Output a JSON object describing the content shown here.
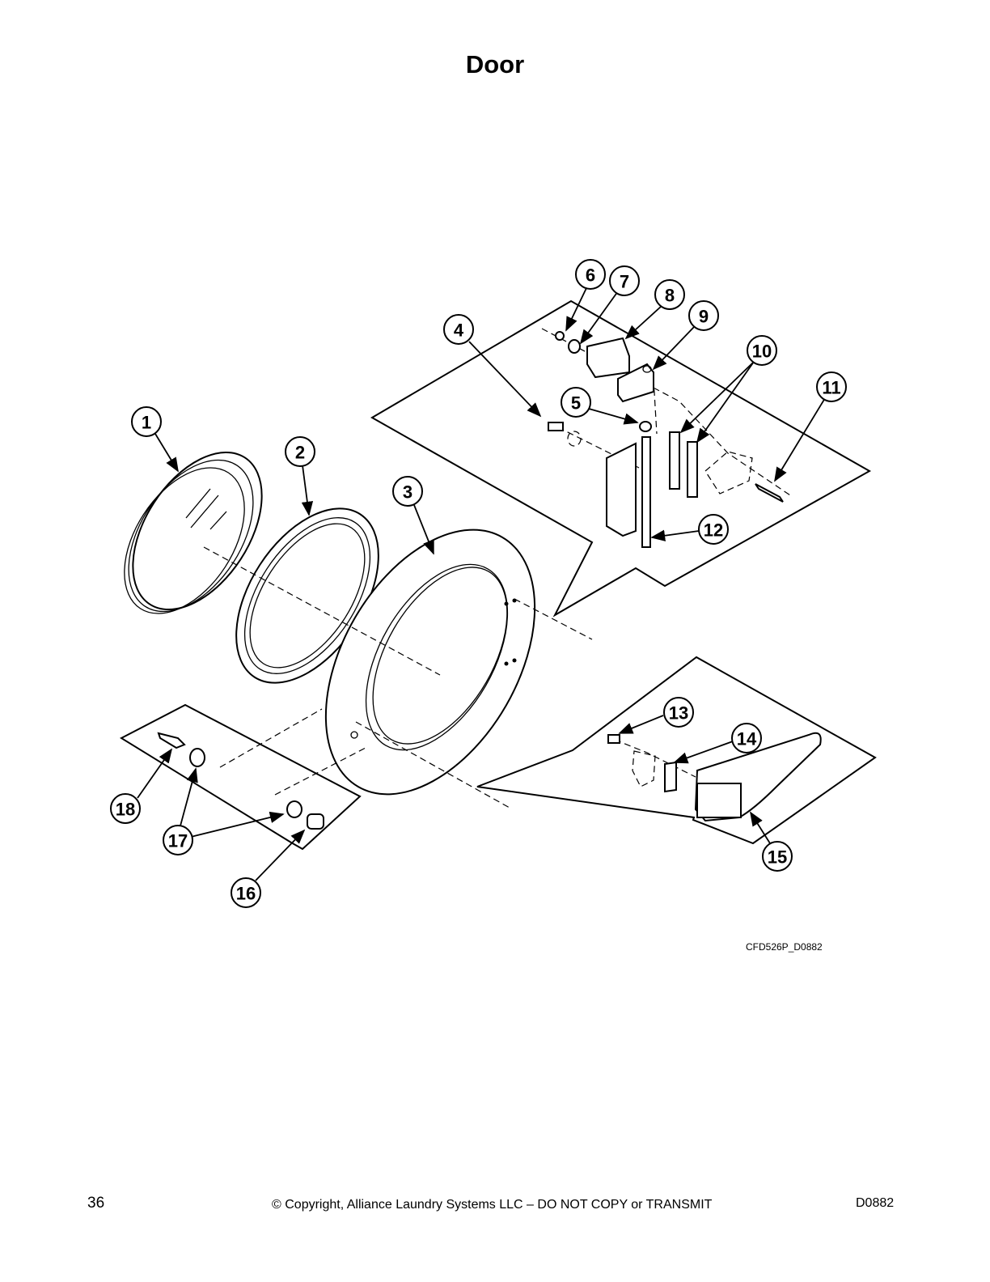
{
  "page": {
    "title": "Door",
    "figure_ref": "CFD526P_D0882",
    "page_number": "36",
    "copyright": "© Copyright, Alliance Laundry Systems LLC – DO NOT COPY or TRANSMIT",
    "doc_code": "D0882"
  },
  "callouts": [
    {
      "id": "c1",
      "label": "1"
    },
    {
      "id": "c2",
      "label": "2"
    },
    {
      "id": "c3",
      "label": "3"
    },
    {
      "id": "c4",
      "label": "4"
    },
    {
      "id": "c5",
      "label": "5"
    },
    {
      "id": "c6",
      "label": "6"
    },
    {
      "id": "c7",
      "label": "7"
    },
    {
      "id": "c8",
      "label": "8"
    },
    {
      "id": "c9",
      "label": "9"
    },
    {
      "id": "c10",
      "label": "10"
    },
    {
      "id": "c11",
      "label": "11"
    },
    {
      "id": "c12",
      "label": "12"
    },
    {
      "id": "c13",
      "label": "13"
    },
    {
      "id": "c14",
      "label": "14"
    },
    {
      "id": "c15",
      "label": "15"
    },
    {
      "id": "c16",
      "label": "16"
    },
    {
      "id": "c17",
      "label": "17"
    },
    {
      "id": "c18",
      "label": "18"
    }
  ]
}
